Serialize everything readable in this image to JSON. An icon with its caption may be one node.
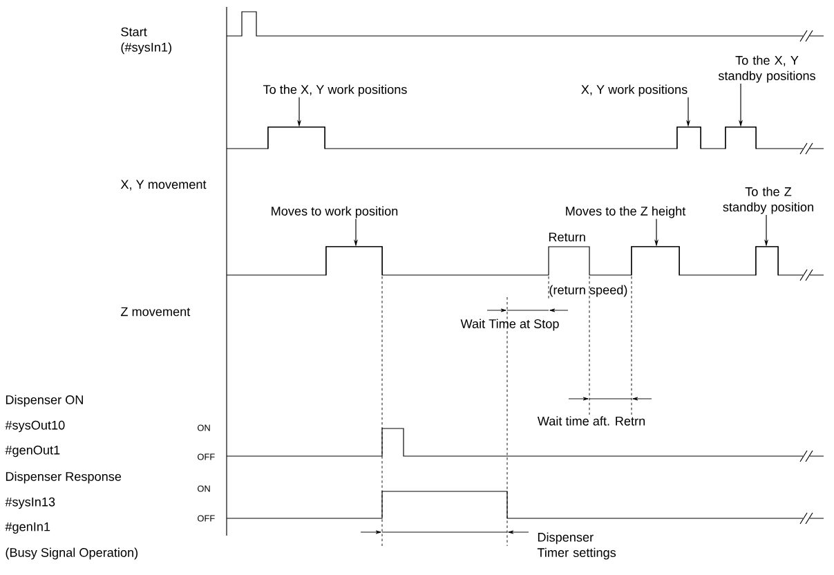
{
  "diagram": {
    "nodes": [
      {
        "text": [
          "To the X, Y work positions"
        ]
      },
      {
        "text": [
          "X, Y work positions"
        ]
      },
      {
        "text": [
          "To the X, Y standby positions"
        ]
      },
      {
        "text": [
          "Moves to work position"
        ]
      },
      {
        "text": [
          "Moves to the Z height"
        ]
      },
      {
        "text": [
          "To the Z standby position"
        ]
      },
      {
        "text": [],
        "shape": "bar"
      },
      {
        "text": [],
        "shape": "bar"
      },
      {
        "text": [],
        "shape": "bar"
      },
      {
        "text": [],
        "shape": "bar"
      },
      {
        "text": [],
        "shape": "bar"
      },
      {
        "text": [],
        "shape": "bar"
      }
    ],
    "edges": [
      {
        "from": 0,
        "to": 6,
        "arrow": "to"
      },
      {
        "from": 1,
        "to": 7,
        "arrow": "to"
      },
      {
        "from": 2,
        "to": 8,
        "arrow": "to"
      },
      {
        "from": 3,
        "to": 9,
        "arrow": "to"
      },
      {
        "from": 4,
        "to": 10,
        "arrow": "to"
      },
      {
        "from": 5,
        "to": 11,
        "arrow": "to"
      }
    ],
    "labels": [
      "Start (#sysIn1)",
      "X, Y movement",
      "Return",
      "(return speed)",
      "Wait Time at Stop",
      "Z movement",
      "Wait time aft. Retrn",
      "Dispenser ON",
      "ON",
      "#sysOut10",
      "#genOut1",
      "OFF",
      "Dispenser Response",
      "ON",
      "#sysIn13",
      "OFF",
      "#genIn1",
      "(Busy Signal Operation)",
      "Dispenser Timer settings"
    ]
  }
}
